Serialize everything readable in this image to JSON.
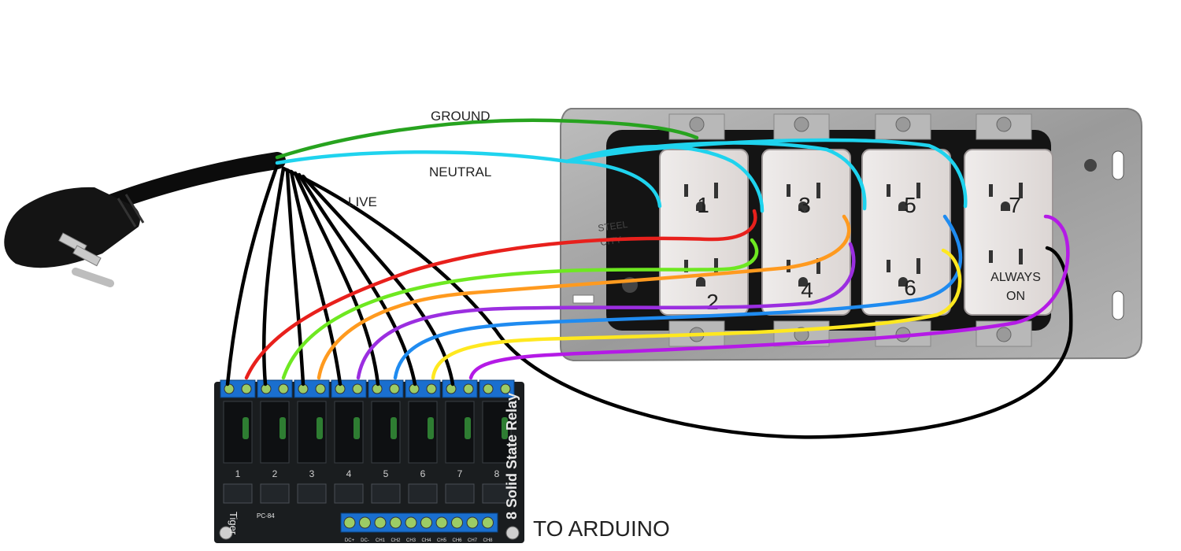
{
  "labels": {
    "ground": "GROUND",
    "neutral": "NEUTRAL",
    "live": "LIVE",
    "always_on": [
      "ALWAYS",
      "ON"
    ],
    "to_arduino": "TO ARDUINO"
  },
  "outlets": [
    {
      "top": "1",
      "bottom": "2"
    },
    {
      "top": "3",
      "bottom": "4"
    },
    {
      "top": "5",
      "bottom": "6"
    },
    {
      "top": "7",
      "bottom": ""
    }
  ],
  "relay_board": {
    "side_text": "8 Solid State Relay",
    "brand": "Tiger",
    "channels": [
      "1",
      "2",
      "3",
      "4",
      "5",
      "6",
      "7",
      "8"
    ],
    "model": "PC-84",
    "input_pins": [
      "DC+",
      "DC-",
      "CH1",
      "CH2",
      "CH3",
      "CH4",
      "CH5",
      "CH6",
      "CH7",
      "CH8"
    ]
  },
  "box_stamp": [
    "STEEL",
    "CITY"
  ],
  "colors": {
    "ground": "#27a31f",
    "neutral": "#1fd3ee",
    "live": "#000000",
    "outlet_1": "#e8201c",
    "outlet_2": "#6ee821",
    "outlet_3": "#ff9a1f",
    "outlet_4": "#9b2ee0",
    "outlet_5": "#1f8bf0",
    "outlet_6": "#ffe81f",
    "outlet_7": "#b41ae6",
    "relay_pcb": "#1a1d1f",
    "terminal_blue": "#1a6fcf"
  }
}
